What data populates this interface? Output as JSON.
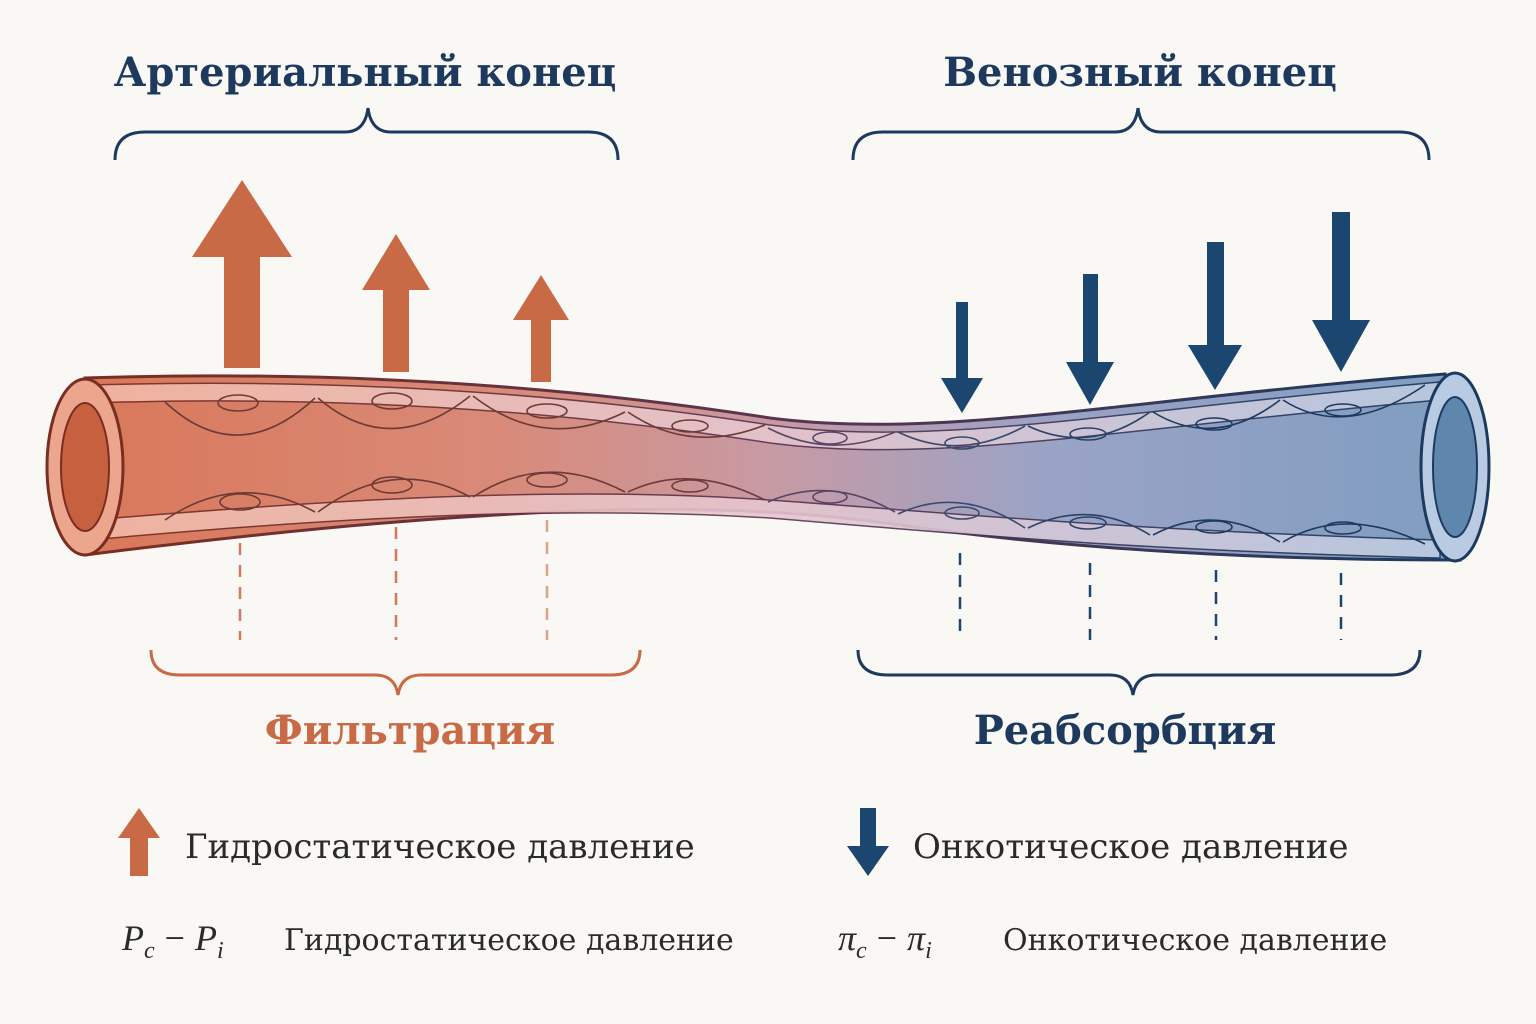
{
  "labels": {
    "arterial_end": "Артериальный конец",
    "venous_end": "Венозный конец",
    "filtration": "Фильтрация",
    "reabsorption": "Реабсорбция"
  },
  "legend": {
    "hydrostatic_icon": "arrow-up-icon",
    "hydrostatic_text": "Гидростатическое давление",
    "oncotic_icon": "arrow-down-icon",
    "oncotic_text": "Онкотическое давление"
  },
  "formulas": {
    "hydro": {
      "a": "P",
      "a_sub": "c",
      "minus": "−",
      "b": "P",
      "b_sub": "i",
      "text": "Гидростатическое давление"
    },
    "onco": {
      "a": "π",
      "a_sub": "c",
      "minus": "−",
      "b": "π",
      "b_sub": "i",
      "text": "Онкотическое давление"
    }
  },
  "colors": {
    "arterial": "#c96a47",
    "venous": "#1a466f",
    "title": "#1d3a5e",
    "text": "#2a2a2a"
  }
}
